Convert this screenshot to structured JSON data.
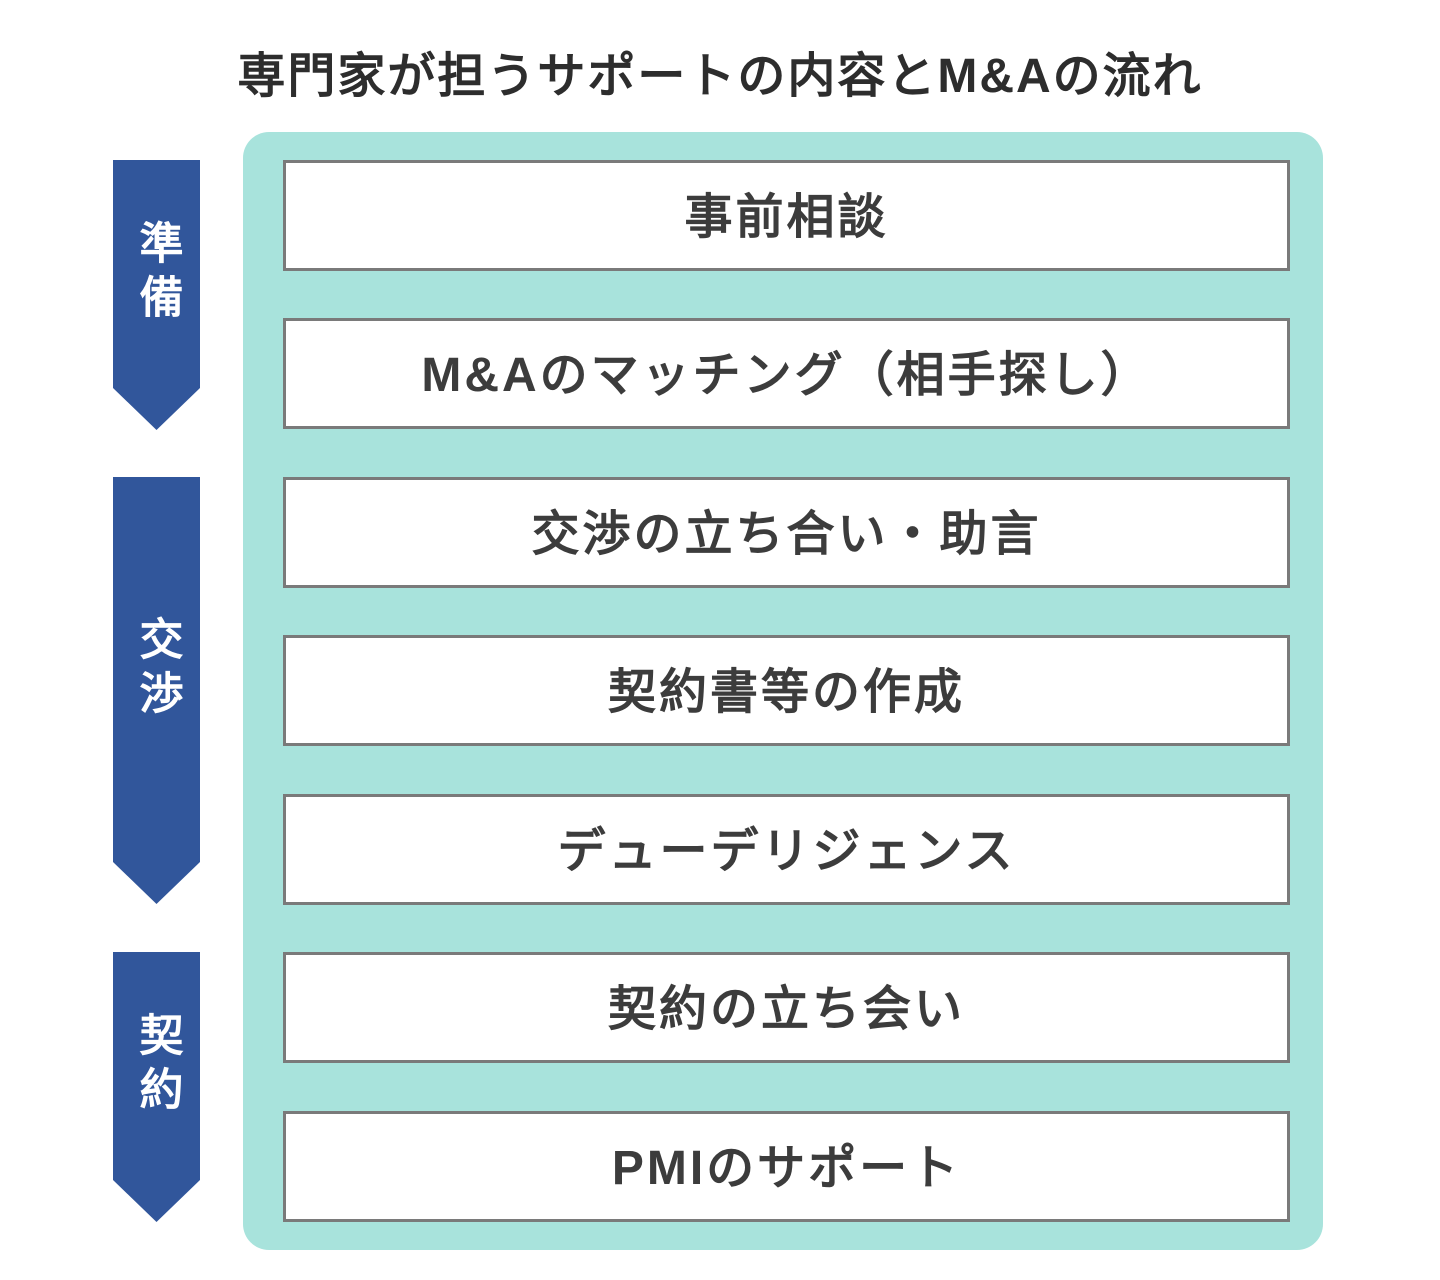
{
  "title": "専門家が担うサポートの内容とM&Aの流れ",
  "phases": [
    {
      "label": "準備"
    },
    {
      "label": "交渉"
    },
    {
      "label": "契約"
    }
  ],
  "steps": [
    "事前相談",
    "M&Aのマッチング（相手探し）",
    "交渉の立ち合い・助言",
    "契約書等の作成",
    "デューデリジェンス",
    "契約の立ち会い",
    "PMIのサポート"
  ],
  "colors": {
    "phase_arrow_blue": "#31569b",
    "panel_teal": "#a8e3dc",
    "step_border_gray": "#7a7a7a",
    "title_text": "#2d2d2d",
    "step_text": "#3c3c3c",
    "arrow_text": "#ffffff"
  }
}
